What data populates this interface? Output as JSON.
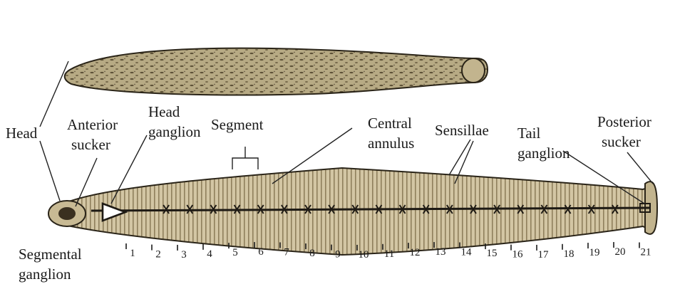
{
  "labels": {
    "head": "Head",
    "anterior_sucker": [
      "Anterior",
      "sucker"
    ],
    "head_ganglion": [
      "Head",
      "ganglion"
    ],
    "segment": "Segment",
    "central_annulus": [
      "Central",
      "annulus"
    ],
    "sensillae": "Sensillae",
    "tail_ganglion": [
      "Tail",
      "ganglion"
    ],
    "posterior_sucker": [
      "Posterior",
      "sucker"
    ],
    "segmental_ganglion": [
      "Segmental",
      "ganglion"
    ]
  },
  "segment_numbers": [
    "1",
    "2",
    "3",
    "4",
    "5",
    "6",
    "7",
    "8",
    "9",
    "10",
    "11",
    "12",
    "13",
    "14",
    "15",
    "16",
    "17",
    "18",
    "19",
    "20",
    "21"
  ],
  "colors": {
    "body_fill": "#cfc2a0",
    "body_dark": "#8a7a58",
    "outline": "#2a2418",
    "nerve_cord": "#1e1a14",
    "text": "#1a1a1a"
  }
}
